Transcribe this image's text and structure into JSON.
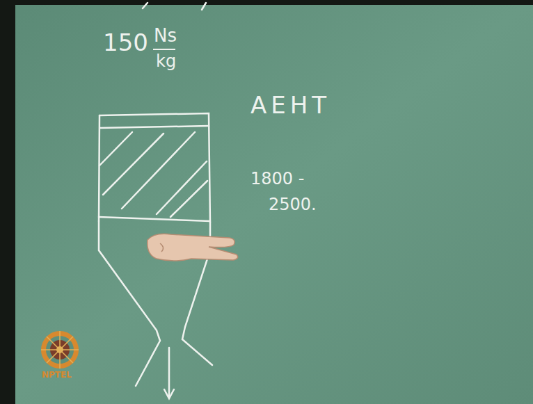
{
  "diagram": {
    "labels": [
      "150",
      "Ns",
      "kg",
      "AEHT",
      "1800 -",
      "2500.",
      "NPTEL"
    ]
  }
}
